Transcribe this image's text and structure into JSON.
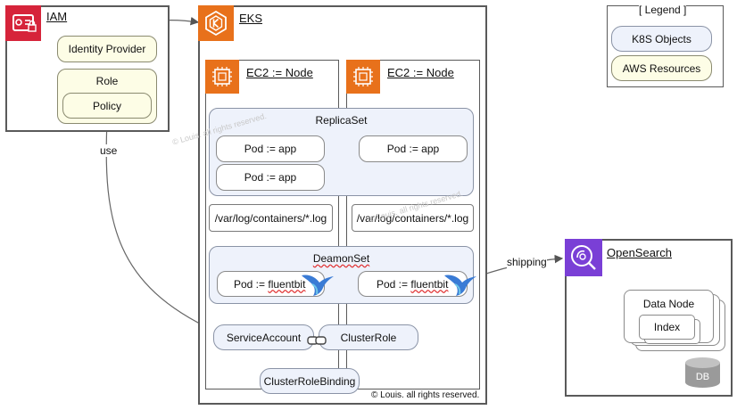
{
  "legend": {
    "title": "[ Legend ]",
    "k8s_label": "K8S Objects",
    "aws_label": "AWS Resources"
  },
  "iam": {
    "title": "IAM",
    "identity_provider": "Identity Provider",
    "role": "Role",
    "policy": "Policy"
  },
  "eks": {
    "title": "EKS"
  },
  "nodes": [
    {
      "title": "EC2 := Node"
    },
    {
      "title": "EC2 := Node"
    }
  ],
  "replicaset": {
    "title": "ReplicaSet",
    "pods": [
      "Pod := app",
      "Pod := app",
      "Pod := app"
    ]
  },
  "log_paths": [
    "/var/log/containers/*.log",
    "/var/log/containers/*.log"
  ],
  "daemonset": {
    "title": "DeamonSet",
    "pod_prefix": "Pod :=",
    "pod_suffix": "fluentbit"
  },
  "rbac": {
    "service_account": "ServiceAccount",
    "cluster_role": "ClusterRole",
    "cluster_role_binding": "ClusterRoleBinding"
  },
  "opensearch": {
    "title": "OpenSearch",
    "data_node": "Data Node",
    "index": "Index",
    "db": "DB"
  },
  "edges": {
    "use": "use",
    "shipping": "shipping"
  },
  "watermark": "© Louis. all rights reserved.",
  "copyright": "© Louis. all rights reserved.",
  "colors": {
    "iam_red": "#d6243a",
    "eks_orange": "#e8711b",
    "ec2_orange": "#e8711b",
    "opensearch_purple": "#7a3fd6",
    "k8s_fill": "#eef2fb",
    "aws_fill": "#fdfde6",
    "fluentbit_blue": "#3a7bd5"
  }
}
